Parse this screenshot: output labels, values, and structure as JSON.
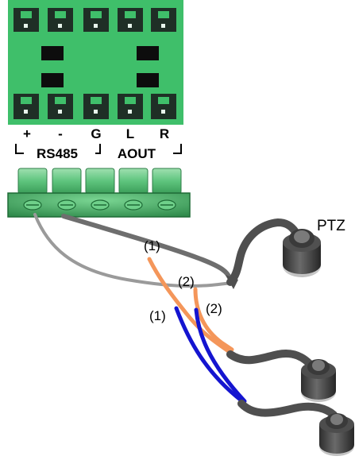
{
  "connector": {
    "pins": [
      "+",
      "-",
      "G",
      "L",
      "R"
    ],
    "group_rs485": "RS485",
    "group_aout": "AOUT"
  },
  "wire_labels": {
    "orange_1": "(1)",
    "orange_2": "(2)",
    "blue_1": "(1)",
    "blue_2": "(2)"
  },
  "ptz_label": "PTZ",
  "colors": {
    "terminal_green": "#3fbf6a",
    "plug_green": "#58c878",
    "wire_gray": "#6e6e6e",
    "wire_light_gray": "#9a9a9a",
    "wire_orange": "#f4965a",
    "wire_blue": "#1414d0"
  }
}
